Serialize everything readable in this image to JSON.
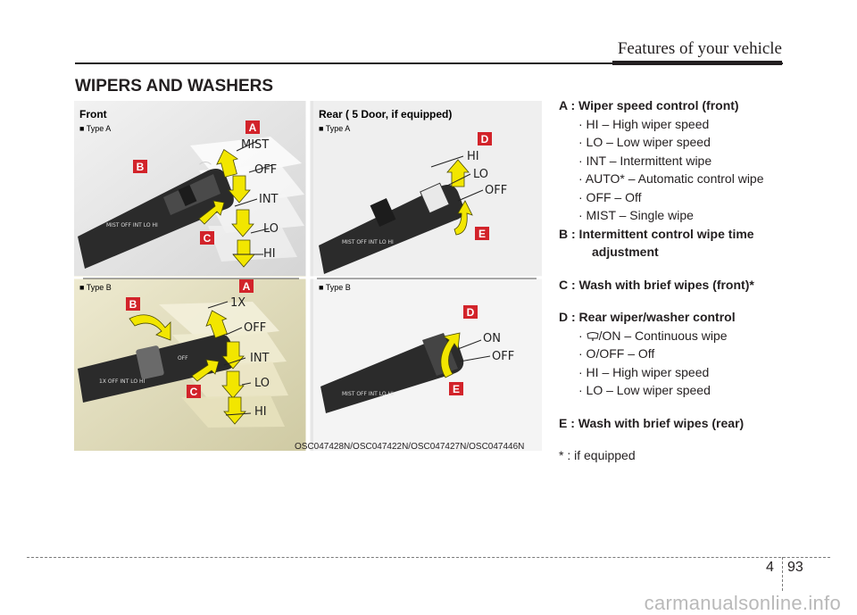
{
  "header": {
    "title": "Features of your vehicle"
  },
  "section": {
    "title": "WIPERS AND WASHERS"
  },
  "figure": {
    "front_label": "Front",
    "rear_label": "Rear ( 5 Door, if equipped)",
    "type_a": "■ Type A",
    "type_b": "■ Type B",
    "code": "OSC047428N/OSC047422N/OSC047427N/OSC047446N",
    "markers": {
      "a": "A",
      "b": "B",
      "c": "C",
      "d": "D",
      "e": "E"
    },
    "front_a_labels": [
      "MIST",
      "OFF",
      "INT",
      "LO",
      "HI"
    ],
    "front_b_labels": [
      "1X",
      "OFF",
      "INT",
      "LO",
      "HI"
    ],
    "rear_a_labels": [
      "HI",
      "LO",
      "OFF"
    ],
    "rear_b_labels": [
      "ON",
      "OFF"
    ]
  },
  "description": {
    "a_title": "A : Wiper speed control (front)",
    "a_items": [
      "· HI – High wiper speed",
      "· LO – Low wiper speed",
      "· INT – Intermittent wipe",
      "· AUTO* – Automatic control wipe",
      "· OFF – Off",
      "· MIST – Single wipe"
    ],
    "b_title": "B : Intermittent control wipe time",
    "b_title_cont": "adjustment",
    "c_title": "C : Wash with brief wipes (front)*",
    "d_title": "D : Rear wiper/washer control",
    "d_item1_prefix": "·",
    "d_item1_suffix": "/ON – Continuous wipe",
    "d_items": [
      "· O/OFF – Off",
      "· HI – High wiper speed",
      "· LO – Low wiper speed"
    ],
    "e_title": "E : Wash with brief wipes (rear)",
    "note": "* : if equipped"
  },
  "footer": {
    "chapter": "4",
    "page": "93",
    "watermark": "carmanualsonline.info"
  },
  "colors": {
    "marker_red": "#d2232a",
    "arrow_yellow": "#f2e600",
    "panel_gray": "#e6e6e6",
    "panel_cream": "#e8e4c6"
  }
}
